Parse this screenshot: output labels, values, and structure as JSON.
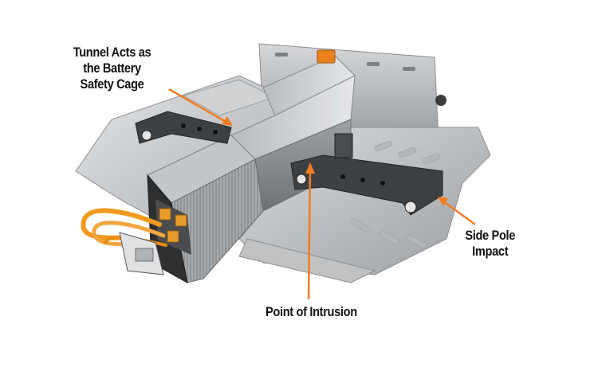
{
  "callouts": {
    "tunnel": {
      "lines": [
        "Tunnel Acts as",
        "the Battery",
        "Safety Cage"
      ]
    },
    "side_pole": {
      "lines": [
        "Side Pole",
        "Impact"
      ]
    },
    "intrusion": {
      "text": "Point of Intrusion"
    }
  },
  "colors": {
    "arrow": "#f47b20",
    "chassis_light": "#c9cbcd",
    "chassis_mid": "#a8abae",
    "chassis_dark": "#4a4d50",
    "cable_orange": "#f39a1e",
    "text": "#111111"
  }
}
